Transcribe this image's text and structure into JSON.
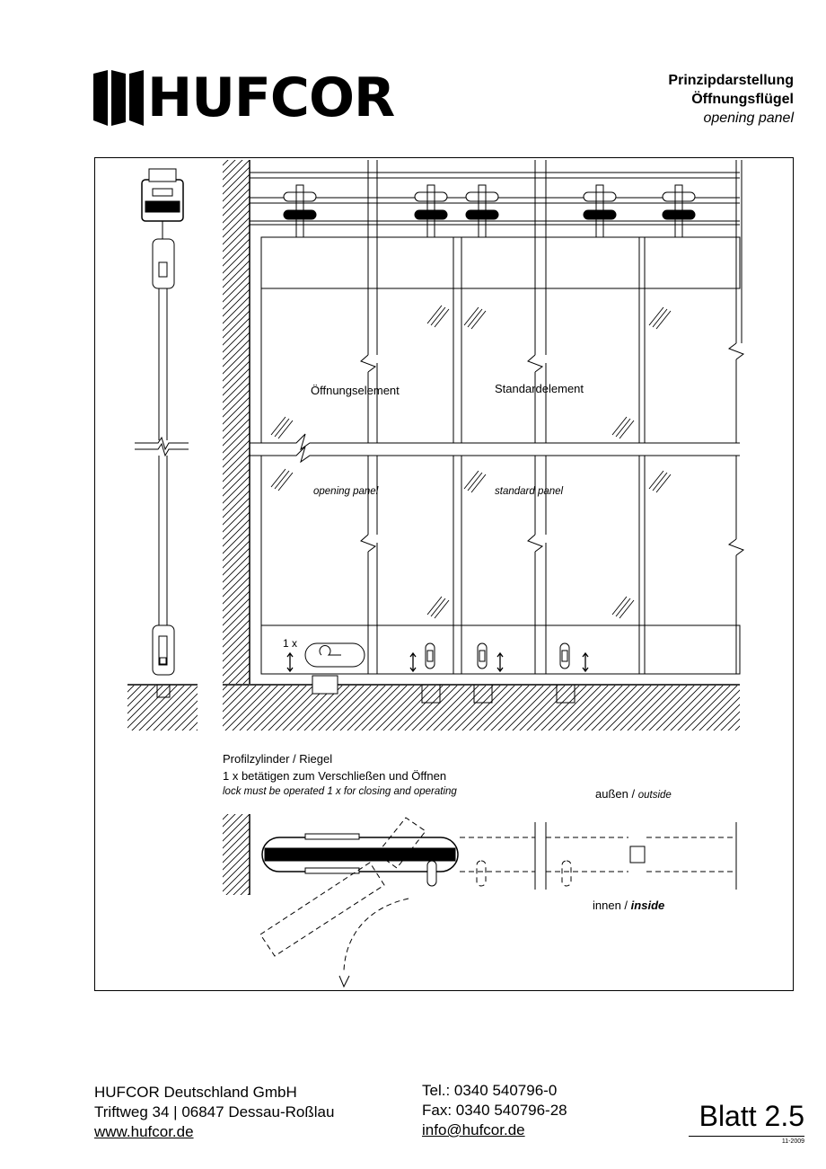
{
  "header": {
    "brand": "HUFCOR",
    "title_line1": "Prinzipdarstellung",
    "title_line2": "Öffnungsflügel",
    "title_line3": "opening panel"
  },
  "drawing": {
    "label_opening_de": "Öffnungselement",
    "label_standard_de": "Standardelement",
    "label_opening_en": "opening panel",
    "label_standard_en": "standard panel",
    "label_count": "1 x",
    "lock_title": "Profilzylinder / Riegel",
    "lock_instruction_de": "1 x betätigen zum Verschließen und Öffnen",
    "lock_instruction_en": "lock must be operated 1 x for closing and operating",
    "outside_de": "außen /",
    "outside_en": "outside",
    "inside_de": "innen /",
    "inside_en": "inside"
  },
  "footer": {
    "company": "HUFCOR Deutschland GmbH",
    "address": "Triftweg 34 | 06847 Dessau-Roßlau",
    "website": "www.hufcor.de",
    "tel": "Tel.:  0340 540796-0",
    "fax": "Fax:  0340 540796-28",
    "email": "info@hufcor.de",
    "sheet": "Blatt 2.5",
    "date": "11-2009"
  }
}
